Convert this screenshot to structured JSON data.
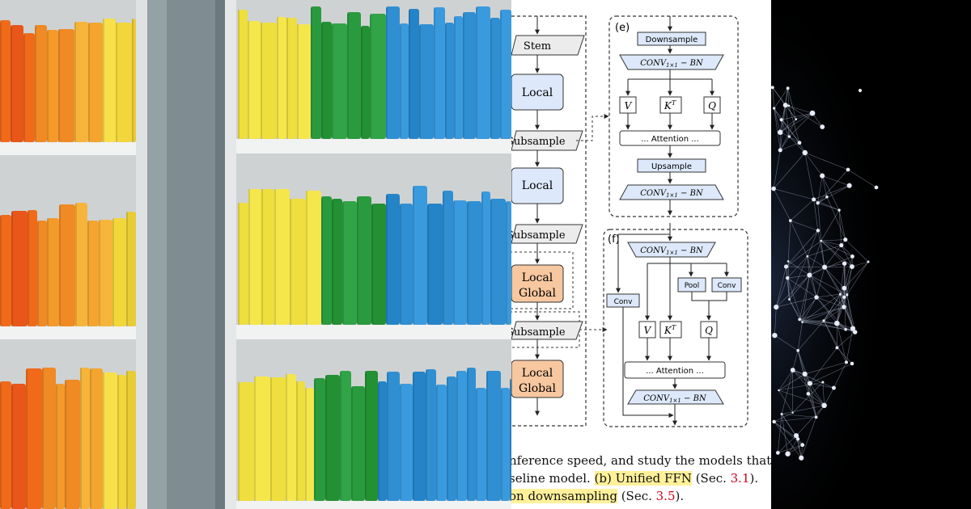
{
  "diagram": {
    "left_column": {
      "stem": "Stem",
      "local_1": "Local",
      "subsample_1": "Subsample",
      "local_2": "Local",
      "subsample_2": "Subsample",
      "local_global_1a": "Local",
      "local_global_1b": "Global",
      "subsample_3": "Subsample",
      "local_global_2a": "Local",
      "local_global_2b": "Global"
    },
    "panel_e": {
      "label": "(e)",
      "downsample": "Downsample",
      "conv_top": "CONV",
      "conv_top_sub": "1×1",
      "conv_top_tail": " − BN",
      "v": "V",
      "k": "K",
      "k_sup": "T",
      "q": "Q",
      "attention": "... Attention ...",
      "upsample": "Upsample",
      "conv_bottom": "CONV",
      "conv_bottom_sub": "1×1",
      "conv_bottom_tail": " − BN"
    },
    "panel_f": {
      "label": "(f)",
      "conv_top": "CONV",
      "conv_top_sub": "1×1",
      "conv_top_tail": " − BN",
      "pool": "Pool",
      "conv_small": "Conv",
      "conv_side": "Conv",
      "v": "V",
      "k": "K",
      "k_sup": "T",
      "q": "Q",
      "attention": "... Attention ...",
      "conv_bottom": "CONV",
      "conv_bottom_sub": "1×1",
      "conv_bottom_tail": " − BN"
    },
    "caption": {
      "line1": "nference speed, and study the models that",
      "line2_pre": "seline model. ",
      "line2_hl": "(b) Unified FFN",
      "line2_mid": " (Sec. ",
      "line2_ref": "3.1",
      "line2_post": ").",
      "line3_hl": "on downsampling",
      "line3_mid": " (Sec. ",
      "line3_ref": "3.5",
      "line3_post": ")."
    }
  },
  "colors": {
    "block_blue": "#dde9fb",
    "block_orange": "#f7c7a0",
    "block_gray": "#ececec",
    "highlight": "#fff19a",
    "ref_red": "#d0021b"
  }
}
